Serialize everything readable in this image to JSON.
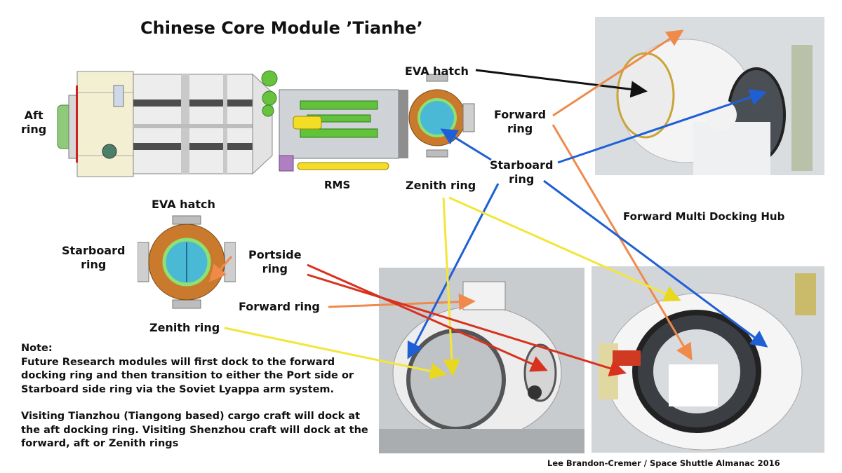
{
  "title": "Chinese Core Module ’Tianhe’",
  "labels": {
    "aft_ring": "Aft\nring",
    "eva_hatch_top": "EVA hatch",
    "forward_ring_top": "Forward\nring",
    "starboard_ring_top": "Starboard\nring",
    "zenith_ring_top": "Zenith ring",
    "rms": "RMS",
    "eva_hatch_small": "EVA hatch",
    "starboard_ring_small": "Starboard\nring",
    "portside_ring": "Portside\nring",
    "forward_ring_small": "Forward ring",
    "zenith_ring_small": "Zenith ring",
    "forward_multi_docking_hub": "Forward Multi Docking Hub"
  },
  "note": {
    "heading": "Note:",
    "paragraph1": "Future Research modules will first dock to the forward docking ring and then transition to either the Port side or Starboard side ring via the Soviet Lyappa arm system.",
    "paragraph2": "Visiting Tianzhou (Tiangong based) cargo craft will dock at the aft docking ring. Visiting Shenzhou craft will dock at the forward, aft or Zenith rings"
  },
  "credit": "Lee Brandon-Cremer / Space Shuttle Almanac 2016",
  "colors": {
    "forward": "#f08a4b",
    "starboard": "#1f5fd6",
    "zenith": "#f2e63a",
    "portside": "#d8321f",
    "eva": "#111111"
  }
}
